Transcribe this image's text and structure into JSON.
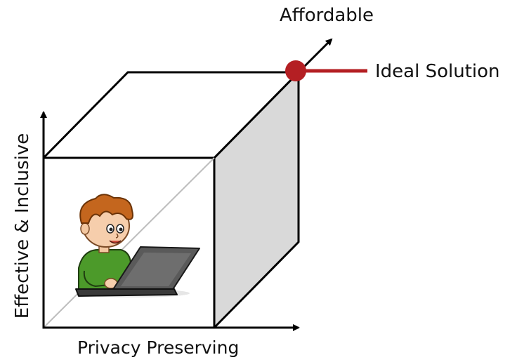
{
  "axes": {
    "x_label": "Privacy Preserving",
    "y_label": "Effective & Inclusive",
    "z_label": "Affordable"
  },
  "ideal_point": {
    "label": "Ideal Solution",
    "color": "#b41f23"
  },
  "colors": {
    "line": "#000000",
    "cube_side": "#d9d9d9",
    "diagonal": "#bdbdbd",
    "accent": "#b41f23"
  },
  "illustration": {
    "subject": "child-using-laptop"
  }
}
